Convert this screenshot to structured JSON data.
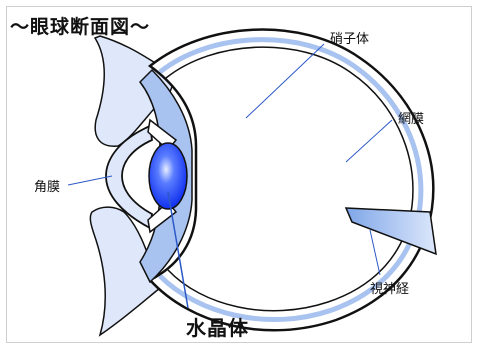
{
  "title": "～眼球断面図～",
  "labels": {
    "vitreous": "硝子体",
    "retina": "網膜",
    "cornea": "角膜",
    "optic_nerve": "視神経",
    "lens": "水晶体"
  },
  "colors": {
    "outline": "#111111",
    "pale_blue": "#dfe8fb",
    "mid_blue": "#a9c3f0",
    "lens_blue": "#1e44ff",
    "leader_blue": "#2c59c8"
  }
}
